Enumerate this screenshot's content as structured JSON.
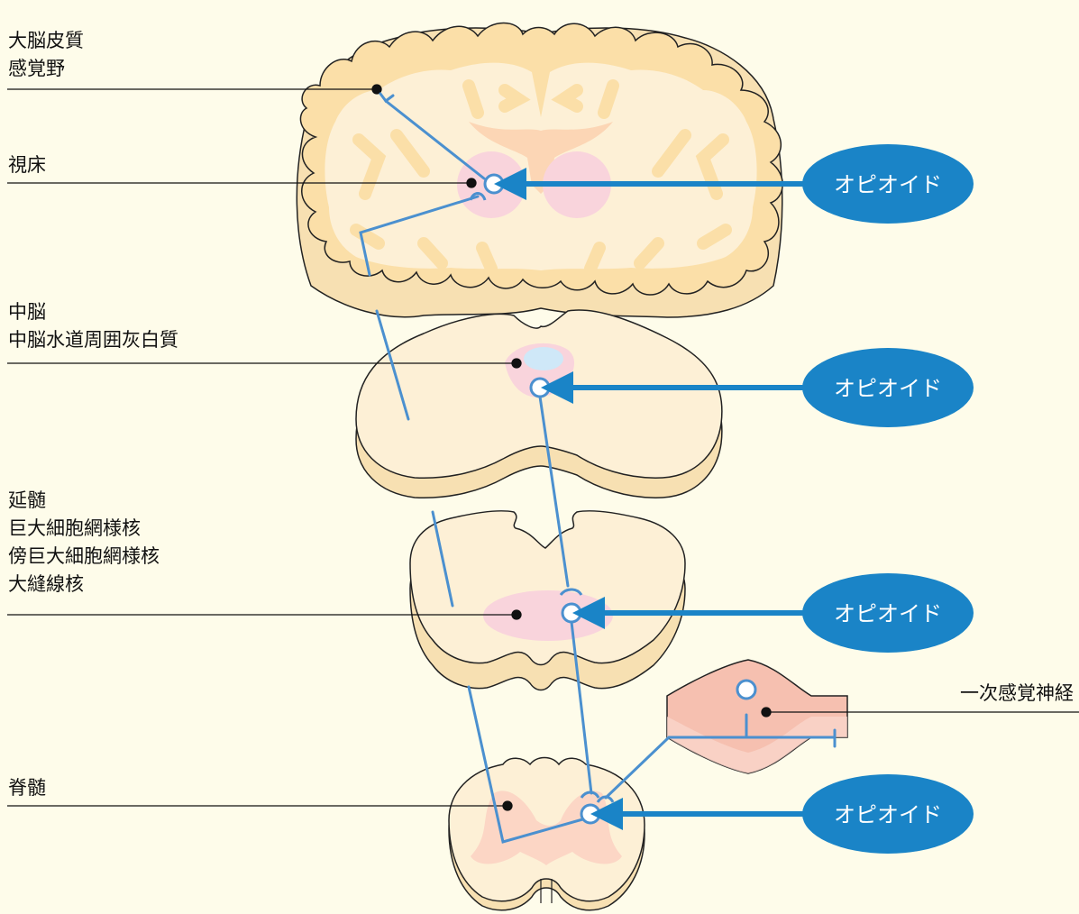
{
  "labels": {
    "cortex": "大脳皮質\n感覚野",
    "thalamus": "視床",
    "midbrain": "中脳\n中脳水道周囲灰白質",
    "medulla": "延髄\n巨大細胞網様核\n傍巨大細胞網様核\n大縫線核",
    "primary_sensory_nerve": "一次感覚神経",
    "spinal_cord": "脊髄"
  },
  "opioid_label": "オピオイド",
  "colors": {
    "background": "#fefcea",
    "tissue_fill": "#fdf0d6",
    "tissue_edge": "#f7e3b5",
    "cortex_band": "#fbdfa8",
    "pink_nucleus": "#f9d4dc",
    "pathway_blue": "#4b90cf",
    "bubble_blue": "#1a84c7"
  }
}
